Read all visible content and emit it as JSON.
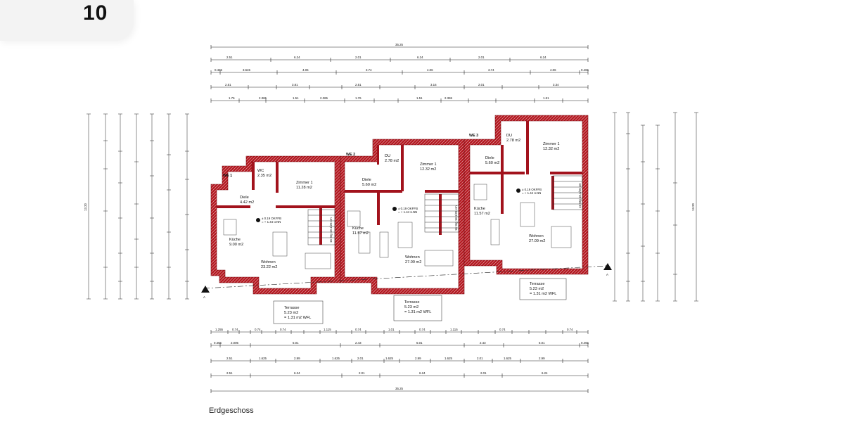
{
  "page": {
    "number": "10",
    "caption": "Erdgeschoss"
  },
  "colors": {
    "wall": "#a2121c",
    "line": "#222222",
    "background": "#ffffff"
  },
  "dimensions": {
    "top": {
      "overall": "35.25",
      "row1": [
        "2.51",
        "6.24",
        "2.01",
        "6.24",
        "2.01",
        "6.24"
      ],
      "row2": [
        "0.465",
        "3.645",
        "4.06",
        "3.74",
        "4.06",
        "3.74",
        "4.06",
        "0.465"
      ],
      "row3": [
        "2.51",
        "3.81",
        "2.51",
        "3.16",
        "2.01",
        "3.34"
      ],
      "row4": [
        "1.76",
        "2.365",
        "1.51",
        "2.365",
        "1.76",
        "1.51",
        "2.365",
        "1.51"
      ]
    },
    "bottom": {
      "overall": "35.25",
      "row1": [
        "2.51",
        "6.24",
        "2.01",
        "6.24",
        "2.01",
        "6.24"
      ],
      "row2": [
        "2.51",
        "1.625",
        "2.99",
        "1.625",
        "2.01",
        "1.625",
        "2.99",
        "1.625",
        "2.01",
        "1.625",
        "2.99"
      ],
      "row3": [
        "0.465",
        "2.005",
        "5.01",
        "2.43",
        "5.01",
        "2.43",
        "5.01",
        "0.465"
      ],
      "row4": [
        "1.255",
        "0.74",
        "0.74",
        "0.74",
        "1.115",
        "0.74",
        "1.01",
        "0.74",
        "1.115",
        "0.74",
        "0.74"
      ]
    },
    "left_total": "13.20",
    "right_total": "13.20"
  },
  "units": [
    {
      "label": "WE 1"
    },
    {
      "label": "WE 2"
    },
    {
      "label": "WE 3"
    }
  ],
  "rooms": [
    {
      "name": "WC",
      "area": "2.35 m2"
    },
    {
      "name": "Zimmer 1",
      "area": "11.28 m2"
    },
    {
      "name": "Diele",
      "area": "4.42 m2"
    },
    {
      "name": "Küche",
      "area": "9.00 m2"
    },
    {
      "name": "Wohnen",
      "area": "23.22 m2"
    },
    {
      "name": "DU",
      "area": "2.78 m2"
    },
    {
      "name": "Zimmer 1",
      "area": "12.32 m2"
    },
    {
      "name": "Diele",
      "area": "5.60 m2"
    },
    {
      "name": "Küche",
      "area": "11.57 m2"
    },
    {
      "name": "Wohnen",
      "area": "27.09 m2"
    },
    {
      "name": "DU",
      "area": "2.78 m2"
    },
    {
      "name": "Zimmer 1",
      "area": "12.32 m2"
    },
    {
      "name": "Diele",
      "area": "5.60 m2"
    },
    {
      "name": "Küche",
      "area": "11.57 m2"
    },
    {
      "name": "Wohnen",
      "area": "27.09 m2"
    }
  ],
  "terraces": [
    {
      "name": "Terrasse",
      "area": "5.23 m2",
      "wfl": "= 1.31 m2 WFL"
    },
    {
      "name": "Terrasse",
      "area": "5.23 m2",
      "wfl": "= 1.31 m2 WFL"
    },
    {
      "name": "Terrasse",
      "area": "5.23 m2",
      "wfl": "= 1.31 m2 WFL"
    }
  ],
  "levels": [
    {
      "line1": "± 0.19 OKFFB",
      "line2": "= + 1.44 ü.NN"
    },
    {
      "line1": "± 0.19 OKFFB",
      "line2": "= + 1.44 ü.NN"
    },
    {
      "line1": "± 0.19 OKFFB",
      "line2": "= + 1.44 ü.NN"
    }
  ],
  "stairs": [
    "16 Stg 18.1/25 cm",
    "16 Stg 18.1/25 cm",
    "16 Stg 18.1/25 cm"
  ],
  "section_markers": [
    "A",
    "A"
  ]
}
